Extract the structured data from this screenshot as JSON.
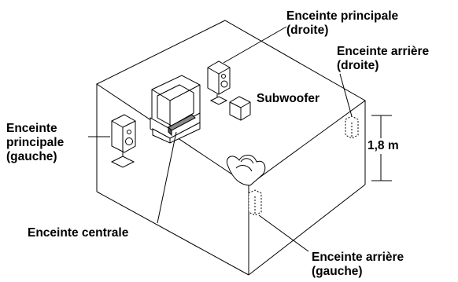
{
  "labels": {
    "front_right": [
      "Enceinte principale",
      "(droite)"
    ],
    "rear_right": [
      "Enceinte arrière",
      "(droite)"
    ],
    "subwoofer": "Subwoofer",
    "height": "1,8 m",
    "front_left": [
      "Enceinte",
      "principale",
      "(gauche)"
    ],
    "center": "Enceinte centrale",
    "rear_left": [
      "Enceinte arrière",
      "(gauche)"
    ]
  }
}
